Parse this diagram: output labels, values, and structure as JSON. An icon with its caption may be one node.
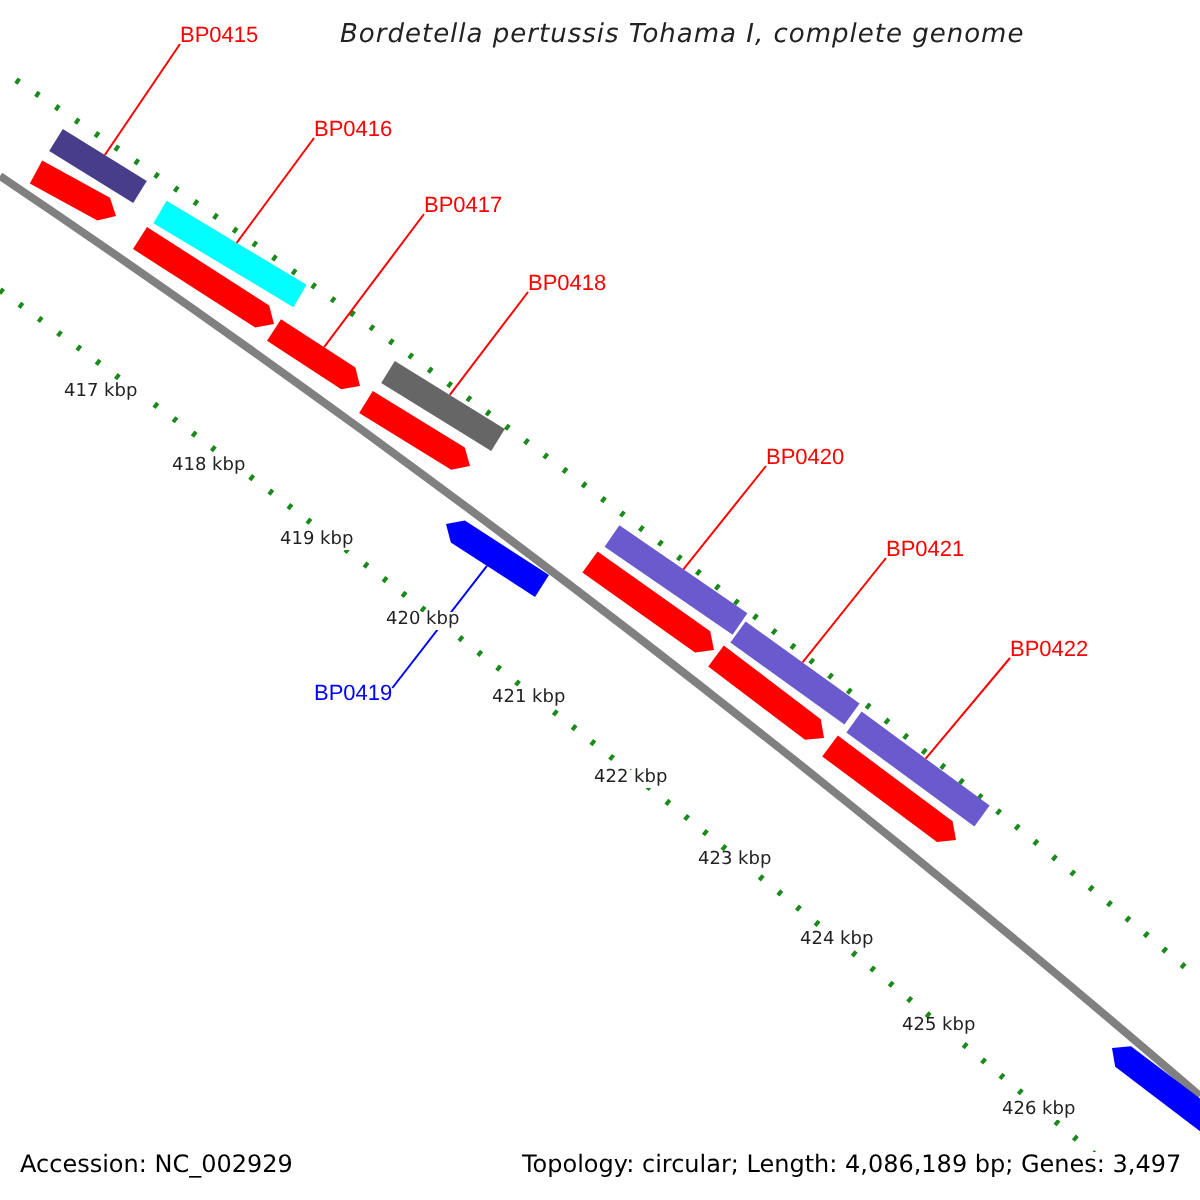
{
  "diagram": {
    "title": "Bordetella pertussis Tohama I, complete genome",
    "nodes": [
      {
        "text": [
          "BP0415"
        ]
      },
      {
        "text": [
          "BP0416"
        ]
      },
      {
        "text": [
          "BP0417"
        ]
      },
      {
        "text": [
          "BP0418"
        ]
      },
      {
        "text": [
          "BP0419"
        ]
      },
      {
        "text": [
          "BP0420"
        ]
      },
      {
        "text": [
          "BP0421"
        ]
      },
      {
        "text": [
          "BP0422"
        ]
      },
      {
        "text": [],
        "shape": "bar"
      },
      {
        "text": [],
        "shape": "bar"
      },
      {
        "text": [],
        "shape": "bar"
      },
      {
        "text": [],
        "shape": "bar"
      },
      {
        "text": [],
        "shape": "bar"
      },
      {
        "text": [],
        "shape": "bar"
      },
      {
        "text": [],
        "shape": "bar"
      },
      {
        "text": [],
        "shape": "bar"
      },
      {
        "text": [],
        "shape": "bar"
      },
      {
        "text": [],
        "shape": "bar"
      },
      {
        "text": [],
        "shape": "bar"
      },
      {
        "text": [],
        "shape": "bar"
      },
      {
        "text": [],
        "shape": "bar"
      },
      {
        "text": [],
        "shape": "bar"
      },
      {
        "text": [],
        "shape": "bar"
      }
    ],
    "edges": [
      {
        "from": 0,
        "to": 8,
        "arrow": "none"
      },
      {
        "from": 1,
        "to": 10,
        "arrow": "none"
      },
      {
        "from": 2,
        "to": 12,
        "arrow": "none"
      },
      {
        "from": 3,
        "to": 13,
        "arrow": "none"
      },
      {
        "from": 4,
        "to": 15,
        "arrow": "none",
        "color": "#0000ff"
      },
      {
        "from": 5,
        "to": 16,
        "arrow": "none"
      },
      {
        "from": 6,
        "to": 18,
        "arrow": "none"
      },
      {
        "from": 7,
        "to": 20,
        "arrow": "none"
      }
    ],
    "labels": [
      "417 kbp",
      "418 kbp",
      "419 kbp",
      "420 kbp",
      "421 kbp",
      "422 kbp",
      "423 kbp",
      "424 kbp",
      "425 kbp",
      "426 kbp",
      "Accession: NC_002929",
      "Topology: circular; Length: 4,086,189 bp; Genes: 3,497"
    ]
  }
}
